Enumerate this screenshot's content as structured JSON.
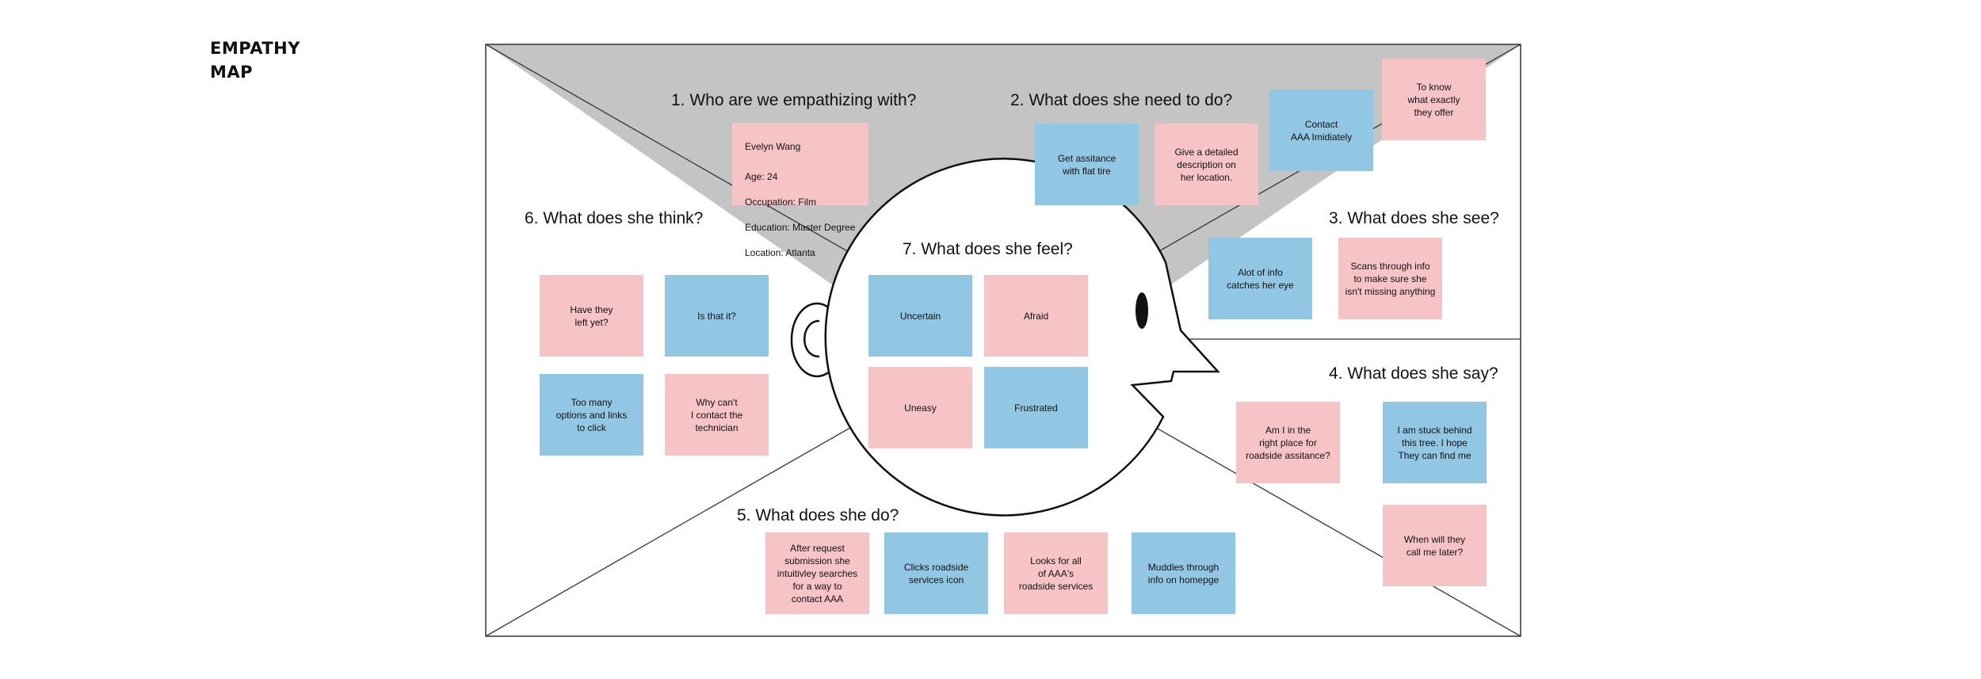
{
  "page": {
    "title_lines": [
      "EMPATHY",
      "MAP"
    ]
  },
  "colors": {
    "pink": "#f6c4c7",
    "blue": "#92c7e3",
    "gray_band": "#c4c4c4"
  },
  "sections": {
    "who": {
      "heading": "1. Who are we empathizing with?",
      "persona": {
        "name": "Evelyn Wang",
        "details": [
          "Age: 24",
          "Occupation: Film",
          "Education: Master Degree",
          "Location: Atlanta"
        ]
      }
    },
    "need": {
      "heading": "2. What does she need to do?",
      "notes": [
        {
          "text": "Get assitance\nwith flat tire",
          "color": "blue"
        },
        {
          "text": "Give a detailed\ndescription on\nher location.",
          "color": "pink"
        },
        {
          "text": "Contact\nAAA Imidiately",
          "color": "blue"
        },
        {
          "text": "To know\nwhat exactly\nthey offer",
          "color": "pink"
        }
      ]
    },
    "see": {
      "heading": "3. What does she see?",
      "notes": [
        {
          "text": "Alot of info\ncatches her eye",
          "color": "blue"
        },
        {
          "text": "Scans through info\nto make sure she\nisn't missing anything",
          "color": "pink"
        }
      ]
    },
    "say": {
      "heading": "4. What does she say?",
      "notes": [
        {
          "text": "Am I in the\nright place for\nroadside assitance?",
          "color": "pink"
        },
        {
          "text": "I am stuck behind\nthis tree. I hope\nThey can find me",
          "color": "blue"
        },
        {
          "text": "When will they\ncall me later?",
          "color": "pink"
        }
      ]
    },
    "do": {
      "heading": "5. What does she do?",
      "notes": [
        {
          "text": "After request\nsubmission she\nintuitivley searches\nfor a way to\ncontact AAA",
          "color": "pink"
        },
        {
          "text": "Clicks roadside\nservices icon",
          "color": "blue"
        },
        {
          "text": "Looks for all\nof AAA's\nroadside services",
          "color": "pink"
        },
        {
          "text": "Muddles through\ninfo on homepge",
          "color": "blue"
        }
      ]
    },
    "think": {
      "heading": "6. What does she think?",
      "notes": [
        {
          "text": "Have they\nleft yet?",
          "color": "pink"
        },
        {
          "text": "Is that it?",
          "color": "blue"
        },
        {
          "text": "Too many\noptions and links\nto click",
          "color": "blue"
        },
        {
          "text": "Why can't\nI contact the\ntechnician",
          "color": "pink"
        }
      ]
    },
    "feel": {
      "heading": "7. What does she feel?",
      "notes": [
        {
          "text": "Uncertain",
          "color": "blue"
        },
        {
          "text": "Afraid",
          "color": "pink"
        },
        {
          "text": "Uneasy",
          "color": "pink"
        },
        {
          "text": "Frustrated",
          "color": "blue"
        }
      ]
    }
  }
}
